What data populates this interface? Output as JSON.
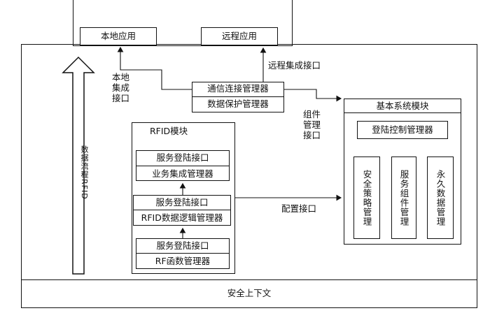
{
  "top": {
    "local_app": "本地应用",
    "remote_app": "远程应用"
  },
  "labels": {
    "local_integration": [
      "本地",
      "集成",
      "接口"
    ],
    "remote_integration": "远程集成接口",
    "component_mgmt": [
      "组件",
      "管理",
      "接口"
    ],
    "config_interface": "配置接口",
    "data_flow": "数据流程RFID"
  },
  "comm": {
    "conn_manager": "通信连接管理器",
    "data_protect": "数据保护管理器"
  },
  "rfid": {
    "title": "RFID模块",
    "svc_login_1": "服务登陆接口",
    "biz_integration": "业务集成管理器",
    "svc_login_2": "服务登陆接口",
    "rfid_logic": "RFID数据逻辑管理器",
    "svc_login_3": "服务登陆接口",
    "rf_function": "RF函数管理器"
  },
  "basic": {
    "title": "基本系统模块",
    "login_ctrl": "登陆控制管理器",
    "security_policy": "安全策略管理",
    "service_component": "服务组件管理",
    "persistent_data": "永久数据管理"
  },
  "bottom": {
    "security_context": "安全上下文"
  }
}
